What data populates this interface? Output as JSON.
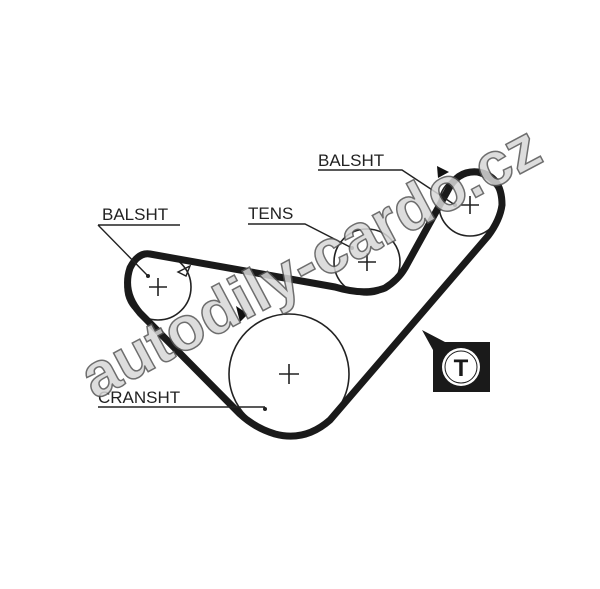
{
  "labels": {
    "balsht_right": "BALSHT",
    "balsht_left": "BALSHT",
    "tens": "TENS",
    "cranksht": "CRANSHT"
  },
  "tensioner_symbol": "T",
  "watermark": "autodily-cardo.cz",
  "colors": {
    "belt": "#1a1a1a",
    "line": "#222222",
    "watermark": "#d8d8d8"
  }
}
